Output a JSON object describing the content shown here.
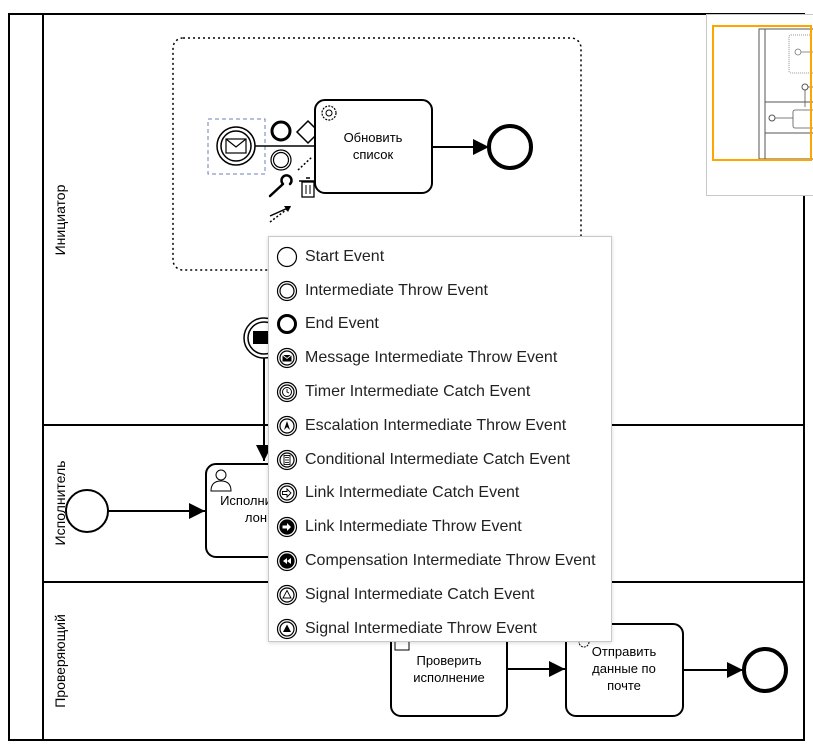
{
  "lanes": [
    {
      "label": "Инициатор"
    },
    {
      "label": "Исполнитель"
    },
    {
      "label": "Проверяющий"
    }
  ],
  "tasks": {
    "update_list": [
      "Обновить",
      "список"
    ],
    "executor": [
      "Исполни",
      "лон"
    ],
    "check": [
      "Проверить",
      "исполнение"
    ],
    "send": [
      "Отправить",
      "данные по",
      "почте"
    ]
  },
  "menu": {
    "items": [
      {
        "label": "Start Event",
        "icon": "start-event-icon"
      },
      {
        "label": "Intermediate Throw Event",
        "icon": "intermediate-throw-event-icon"
      },
      {
        "label": "End Event",
        "icon": "end-event-icon"
      },
      {
        "label": "Message Intermediate Throw Event",
        "icon": "message-throw-event-icon"
      },
      {
        "label": "Timer Intermediate Catch Event",
        "icon": "timer-catch-event-icon"
      },
      {
        "label": "Escalation Intermediate Throw Event",
        "icon": "escalation-throw-event-icon"
      },
      {
        "label": "Conditional Intermediate Catch Event",
        "icon": "conditional-catch-event-icon"
      },
      {
        "label": "Link Intermediate Catch Event",
        "icon": "link-catch-event-icon"
      },
      {
        "label": "Link Intermediate Throw Event",
        "icon": "link-throw-event-icon"
      },
      {
        "label": "Compensation Intermediate Throw Event",
        "icon": "compensation-throw-event-icon"
      },
      {
        "label": "Signal Intermediate Catch Event",
        "icon": "signal-catch-event-icon"
      },
      {
        "label": "Signal Intermediate Throw Event",
        "icon": "signal-throw-event-icon"
      }
    ]
  },
  "colors": {
    "minimap_viewport": "#ffa500",
    "selection": "#6c7fb8"
  }
}
